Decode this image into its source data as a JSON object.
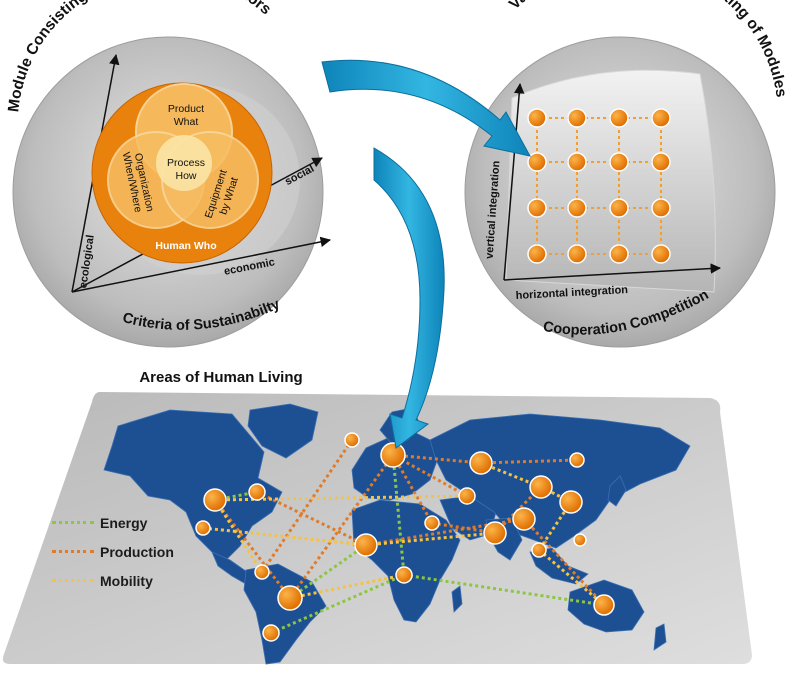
{
  "colors": {
    "orange": "#e8820c",
    "blue_arrow": "#1a9fd0",
    "map_blue": "#1d4f93",
    "energy": "#8dc63f",
    "production": "#e07b2a",
    "mobility": "#f5c242"
  },
  "left_circle": {
    "title": "Module Consisting of Value Creation Factors",
    "bottom_caption": "Criteria of Sustainabilty",
    "axis_labels": {
      "ecological": "ecological",
      "economic": "economic",
      "social": "social"
    },
    "venn": {
      "product": [
        "Product",
        "What"
      ],
      "process": [
        "Process",
        "How"
      ],
      "organization": [
        "Organization",
        "When/Where"
      ],
      "equipment": [
        "Equipment",
        "by What"
      ],
      "human": "Human  Who"
    }
  },
  "right_circle": {
    "title": "Value Creation Network Consisting of Modules",
    "bottom_caption": "Cooperation Competition",
    "vertical_axis": "vertical integration",
    "horizontal_axis": "horizontal integration"
  },
  "map": {
    "title": "Areas of Human Living",
    "legend": [
      {
        "label": "Energy",
        "color": "#8dc63f"
      },
      {
        "label": "Production",
        "color": "#e07b2a"
      },
      {
        "label": "Mobility",
        "color": "#f5c242"
      }
    ]
  }
}
